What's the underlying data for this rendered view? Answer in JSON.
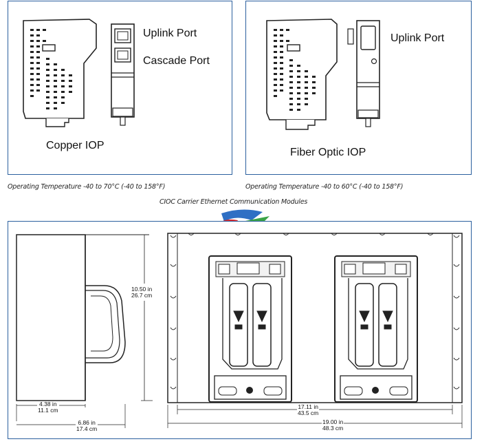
{
  "copper": {
    "title": "Copper IOP",
    "uplink_label": "Uplink Port",
    "cascade_label": "Cascade Port",
    "temperature": "Operating Temperature -40 to 70°C (-40 to 158°F)"
  },
  "fiber": {
    "title": "Fiber Optic IOP",
    "uplink_label": "Uplink Port",
    "temperature": "Operating Temperature -40 to 60°C (-40 to 158°F)"
  },
  "section_caption": "CIOC Carrier Ethernet Communication Modules",
  "dimensions": {
    "height_in": "10.50 in",
    "height_cm": "26.7 cm",
    "depth1_in": "4.38 in",
    "depth1_cm": "11.1 cm",
    "depth2_in": "6.86 in",
    "depth2_cm": "17.4 cm",
    "width_inner_in": "17.11 in",
    "width_inner_cm": "43.5 cm",
    "width_outer_in": "19.00 in",
    "width_outer_cm": "48.3 cm"
  },
  "colors": {
    "border": "#2a5f9e",
    "line": "#222222",
    "logo_red": "#d7262b",
    "logo_blue": "#2f6fc4",
    "logo_green": "#3aa347",
    "logo_teal": "#17a6a1"
  }
}
